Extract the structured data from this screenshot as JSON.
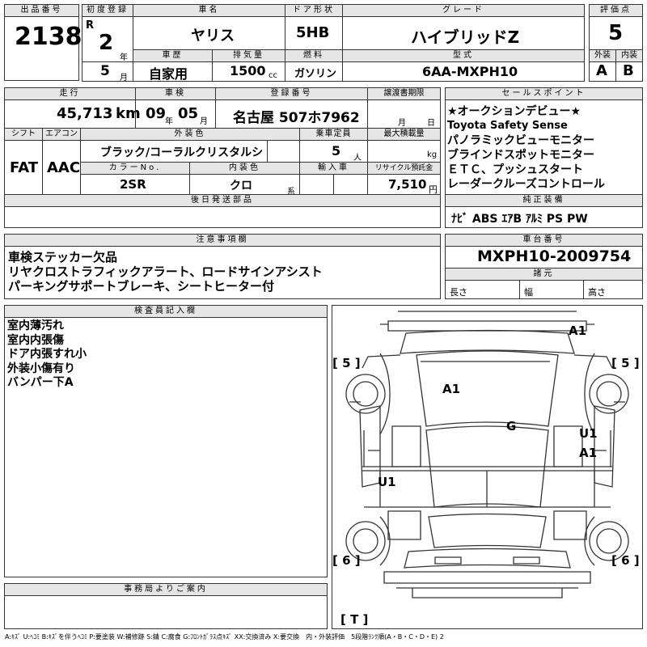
{
  "headers": {
    "lot": "出品番号",
    "first_reg": "初度登録",
    "car_name": "車名",
    "door": "ドア形状",
    "grade": "グレード",
    "score": "評価点",
    "history": "車歴",
    "displacement": "排気量",
    "fuel": "燃料",
    "model": "型式",
    "ext": "外装",
    "int": "内装",
    "mileage": "走行",
    "shaken": "車検",
    "reg_no": "登録番号",
    "transfer": "譲渡書期限",
    "selling": "セールスポイント",
    "shift": "シフト",
    "aircon": "エアコン",
    "ext_color": "外装色",
    "capacity": "乗車定員",
    "max_load": "最大積載量",
    "color_no": "カラーNo.",
    "int_color": "内装色",
    "import": "輸入車",
    "recycle": "リサイクル預託金",
    "later_parts": "後日発送部品",
    "genuine": "純正装備",
    "notes": "注意事項欄",
    "chassis": "車台番号",
    "specs": "諸元",
    "inspector": "検査員記入欄",
    "office": "事務局よりご案内"
  },
  "lot_number": "2138",
  "era": "R",
  "year": "2",
  "year_unit": "年",
  "month": "5",
  "month_unit": "月",
  "car_name": "ヤリス",
  "door_type": "5HB",
  "grade": "ハイブリッドZ",
  "score": "5",
  "history": "自家用",
  "displacement": "1500",
  "displacement_unit": "cc",
  "fuel": "ガソリン",
  "model_code": "6AA-MXPH10",
  "ext_grade": "A",
  "int_grade": "B",
  "mileage": "45,713",
  "mileage_unit": "km",
  "shaken_year": "09",
  "shaken_year_unit": "年",
  "shaken_month": "05",
  "shaken_month_unit": "月",
  "registration": "名古屋 507ホ7962",
  "transfer_month_unit": "月",
  "transfer_day_unit": "日",
  "shift": "FAT",
  "aircon": "AAC",
  "ext_color": "ブラック/コーラルクリスタルシ",
  "capacity": "5",
  "capacity_unit": "人",
  "max_load_unit": "kg",
  "color_no": "2SR",
  "int_color": "クロ",
  "int_color_unit": "系",
  "recycle_fee": "7,510",
  "recycle_unit": "円",
  "sales_points": [
    "★オークションデビュー★",
    "Toyota Safety Sense",
    "パノラミックビューモニター",
    "ブラインドスポットモニター",
    "ＥＴＣ、プッシュスタート",
    "レーダークルーズコントロール"
  ],
  "genuine_equipment": "ﾅﾋﾞ ABS ｴｱB ｱﾙﾐ PS PW",
  "notes_lines": [
    "車検ステッカー欠品",
    "リヤクロストラフィックアラート、ロードサインアシスト",
    "パーキングサポートブレーキ、シートヒーター付"
  ],
  "chassis_number": "MXPH10-2009754",
  "spec_labels": {
    "length": "長さ",
    "width": "幅",
    "height": "高さ"
  },
  "inspector_lines": [
    "室内薄汚れ",
    "室内内張傷",
    "ドア内張すれ小",
    "外装小傷有り",
    "バンパー下A"
  ],
  "diagram_marks": {
    "front_bumper": "A1",
    "roof": "A1",
    "windshield": "G",
    "right_door_1": "U1",
    "right_door_2": "A1",
    "left_rear": "U1",
    "tire_fl": "[ 5 ]",
    "tire_fr": "[ 5 ]",
    "tire_rl": "[ 6 ]",
    "tire_rr": "[ 6 ]",
    "trunk": "[ T ]"
  },
  "legend": "A:ｷｽﾞ U:ﾍｺﾐ B:ｷｽﾞを伴うﾍｺﾐ P:要塗装 W:補修跡 S:錆 C:腐食 G:ﾌﾛﾝﾄｶﾞﾗｽ点ｷｽﾞ XX:交換済み X:要交換　内・外装評価　5段階ﾗﾝｸ順(A・B・C・D・E) 2"
}
